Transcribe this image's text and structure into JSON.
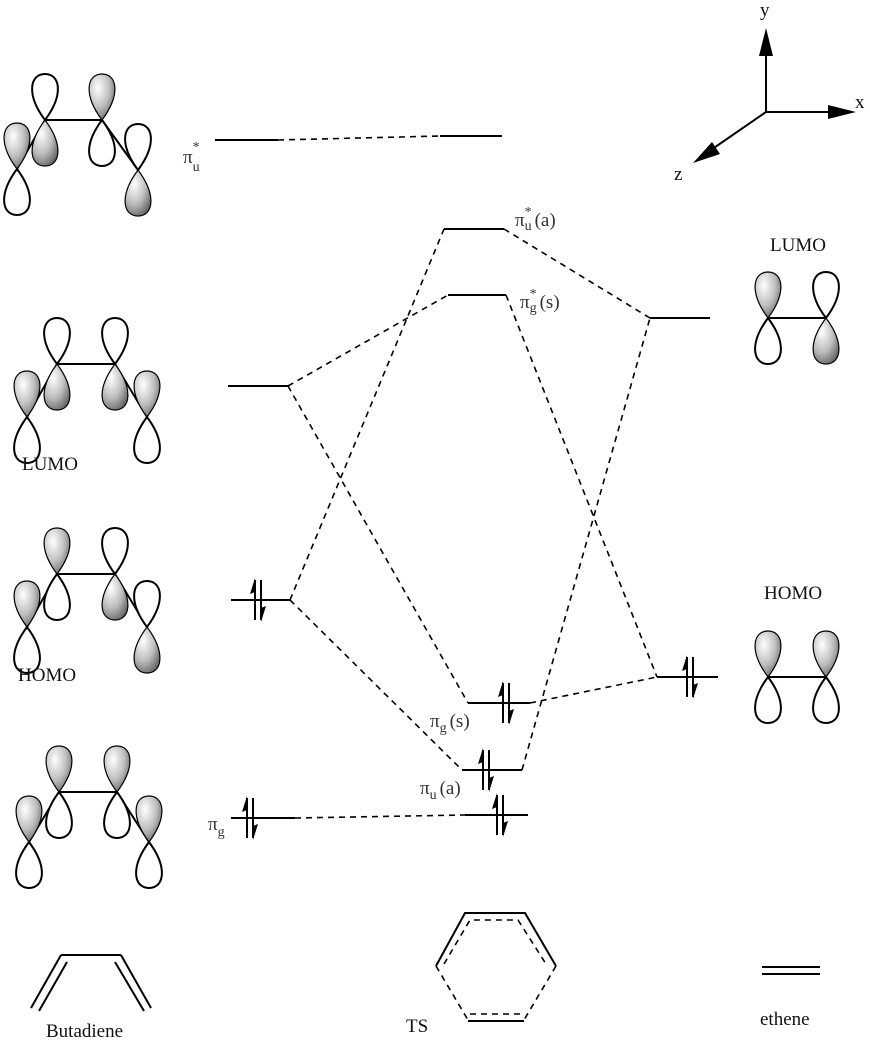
{
  "title": "Diels-Alder correlation diagram: butadiene + ethene",
  "axes": {
    "x": "x",
    "y": "y",
    "z": "z"
  },
  "butadiene_orbitals": [
    {
      "id": "pi_star_u",
      "label": {
        "base": "π",
        "sup": "*",
        "sub": "u"
      },
      "caption": "",
      "occupied": false,
      "lobes_top": [
        "shaded",
        "open",
        "shaded",
        "open"
      ]
    },
    {
      "id": "lumo",
      "label": null,
      "caption": "LUMO",
      "occupied": false,
      "lobes_top": [
        "shaded",
        "open",
        "open",
        "shaded"
      ]
    },
    {
      "id": "homo",
      "label": null,
      "caption": "HOMO",
      "occupied": true,
      "lobes_top": [
        "shaded",
        "shaded",
        "open",
        "open"
      ]
    },
    {
      "id": "pi_g",
      "label": {
        "base": "π",
        "sup": "",
        "sub": "g"
      },
      "caption": "",
      "occupied": true,
      "lobes_top": [
        "shaded",
        "shaded",
        "shaded",
        "shaded"
      ]
    }
  ],
  "ts_orbitals": [
    {
      "id": "pi_star_u_a",
      "label": {
        "base": "π",
        "sup": "*",
        "sub": "u",
        "sym": "(a)"
      },
      "occupied": false
    },
    {
      "id": "pi_star_g_s",
      "label": {
        "base": "π",
        "sup": "*",
        "sub": "g",
        "sym": "(s)"
      },
      "occupied": false
    },
    {
      "id": "pi_g_s",
      "label": {
        "base": "π",
        "sup": "",
        "sub": "g",
        "sym": "(s)"
      },
      "occupied": true
    },
    {
      "id": "pi_u_a",
      "label": {
        "base": "π",
        "sup": "",
        "sub": "u",
        "sym": "(a)"
      },
      "occupied": true
    },
    {
      "id": "ts_lowest",
      "label": null,
      "occupied": true
    }
  ],
  "ethene_orbitals": [
    {
      "id": "lumo",
      "caption": "LUMO",
      "occupied": false,
      "lobes_top": [
        "shaded",
        "open"
      ]
    },
    {
      "id": "homo",
      "caption": "HOMO",
      "occupied": true,
      "lobes_top": [
        "shaded",
        "shaded"
      ]
    }
  ],
  "structures": {
    "butadiene": "Butadiene",
    "ts": "TS",
    "ethene": "ethene"
  },
  "colors": {
    "line": "#000000",
    "label": "#333333",
    "shade_light": "#ffffff",
    "shade_dark": "#6e6e6e"
  }
}
